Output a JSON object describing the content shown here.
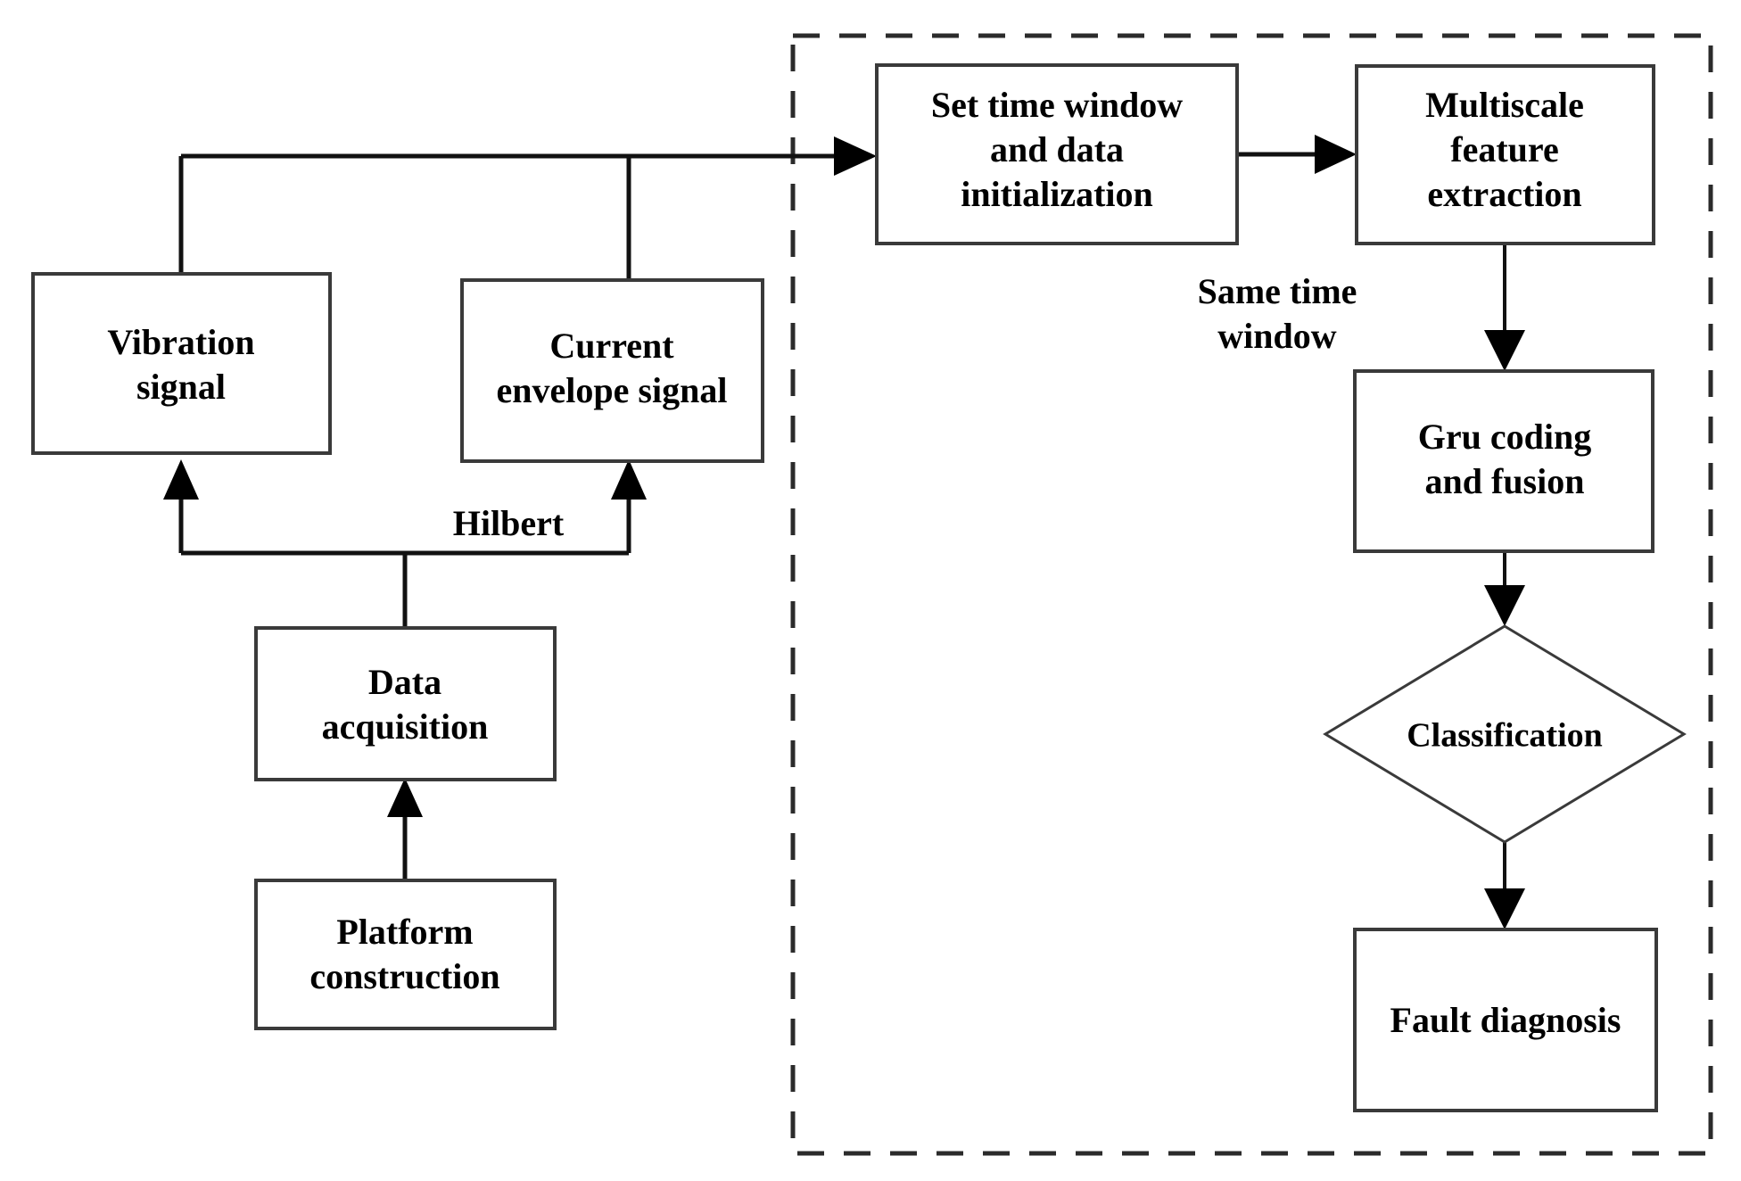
{
  "diagram": {
    "type": "flowchart",
    "title": "",
    "background_color": "#ffffff",
    "line_color": "#111111",
    "node_border_color": "#3a3a3a",
    "text_color": "#000000",
    "group_border_style": "dashed",
    "nodes": [
      {
        "id": "platform-construction",
        "shape": "rectangle",
        "lines": [
          "Platform",
          "construction"
        ]
      },
      {
        "id": "data-acquisition",
        "shape": "rectangle",
        "lines": [
          "Data",
          "acquisition"
        ]
      },
      {
        "id": "vibration-signal",
        "shape": "rectangle",
        "lines": [
          "Vibration",
          "signal"
        ]
      },
      {
        "id": "current-envelope-signal",
        "shape": "rectangle",
        "lines": [
          "Current",
          "envelope signal"
        ]
      },
      {
        "id": "set-time-window",
        "shape": "rectangle",
        "lines": [
          "Set time window",
          "and data",
          "initialization"
        ]
      },
      {
        "id": "multiscale-feature-extraction",
        "shape": "rectangle",
        "lines": [
          "Multiscale",
          "feature",
          "extraction"
        ]
      },
      {
        "id": "gru-coding-and-fusion",
        "shape": "rectangle",
        "lines": [
          "Gru coding",
          "and fusion"
        ]
      },
      {
        "id": "classification",
        "shape": "diamond",
        "lines": [
          "Classification"
        ]
      },
      {
        "id": "fault-diagnosis",
        "shape": "rectangle",
        "lines": [
          "Fault diagnosis"
        ]
      }
    ],
    "edge_labels": [
      {
        "id": "hilbert-label",
        "text": "Hilbert"
      },
      {
        "id": "same-time-window-label",
        "lines": [
          "Same time",
          "window"
        ]
      }
    ]
  }
}
